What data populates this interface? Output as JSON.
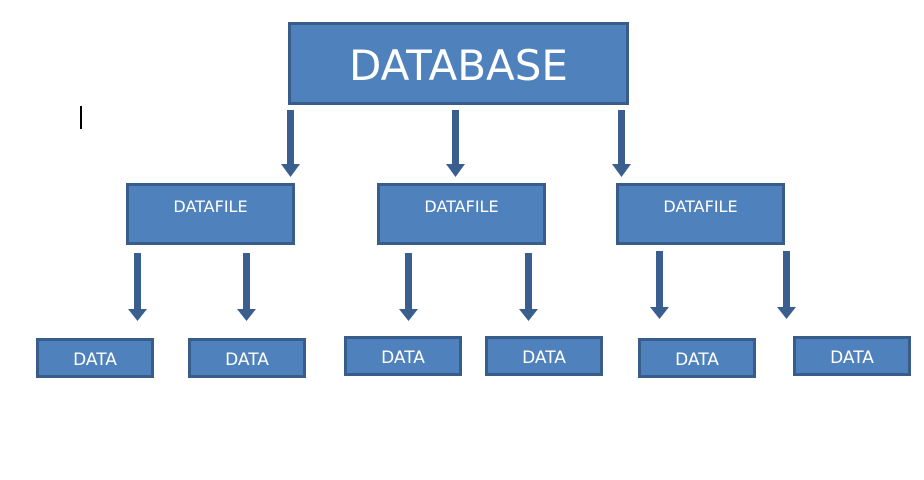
{
  "diagram": {
    "root": {
      "label": "DATABASE"
    },
    "datafiles": [
      {
        "label": "DATAFILE"
      },
      {
        "label": "DATAFILE"
      },
      {
        "label": "DATAFILE"
      }
    ],
    "data_items": [
      {
        "label": "DATA"
      },
      {
        "label": "DATA"
      },
      {
        "label": "DATA"
      },
      {
        "label": "DATA"
      },
      {
        "label": "DATA"
      },
      {
        "label": "DATA"
      }
    ],
    "colors": {
      "box_fill": "#4f81bd",
      "box_border": "#385d8a",
      "arrow": "#3a5f8f",
      "text": "#ffffff"
    }
  }
}
